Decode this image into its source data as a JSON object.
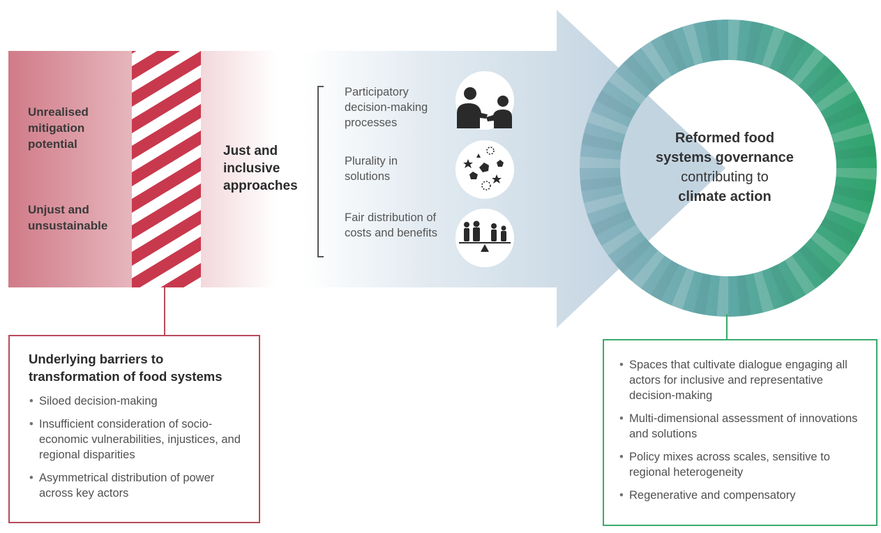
{
  "status_labels": [
    "Unrealised mitigation potential",
    "Unjust and unsustainable"
  ],
  "approach": {
    "title": "Just and inclusive approaches",
    "items": [
      {
        "label": "Participatory decision-making processes",
        "icon": "people-dialogue-icon"
      },
      {
        "label": "Plurality in solutions",
        "icon": "diverse-shapes-icon"
      },
      {
        "label": "Fair distribution of costs and benefits",
        "icon": "balance-scale-people-icon"
      }
    ]
  },
  "outcome": {
    "line1": "Reformed food",
    "line2": "systems governance",
    "line3": "contributing to",
    "line4": "climate action"
  },
  "barriers": {
    "title_line1": "Underlying barriers to",
    "title_line2": "transformation of food systems",
    "items": [
      "Siloed decision-making",
      "Insufficient consideration of socio-economic vulnerabilities, injustices, and regional disparities",
      "Asymmetrical distribution of power across key actors"
    ]
  },
  "reforms": {
    "items": [
      "Spaces that cultivate dialogue engaging all actors for inclusive and representative decision-making",
      "Multi-dimensional assessment of innovations and solutions",
      "Policy mixes across scales, sensitive to regional heterogeneity",
      "Regenerative and compensatory"
    ]
  },
  "colors": {
    "barrier_red": "#b84a5c",
    "stripe_red": "#c8394d",
    "arrow_blue": "#c9d8e4",
    "ring_teal": "#5aa3a5",
    "ring_green": "#2ea06a",
    "reform_green": "#3aaa6a",
    "icon_dark": "#2a2a2a"
  }
}
